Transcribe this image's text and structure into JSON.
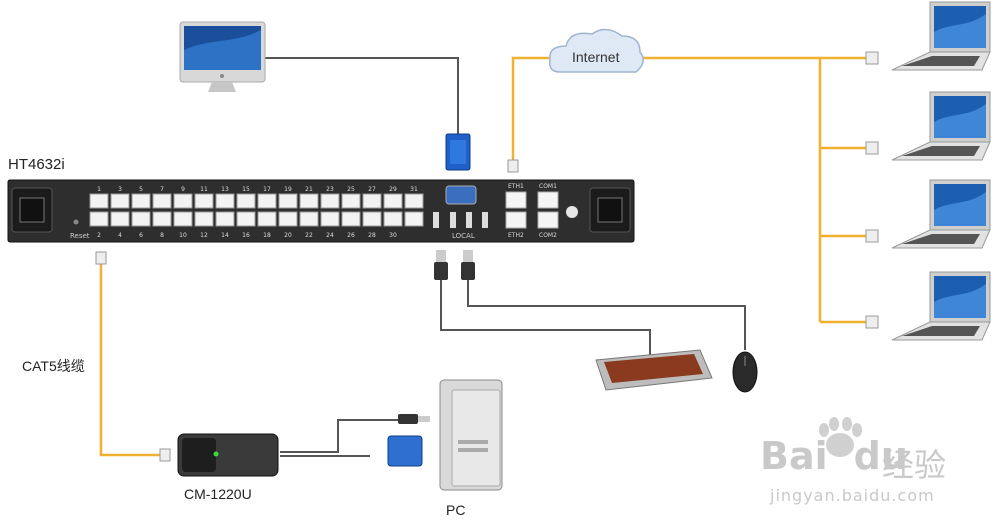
{
  "device": {
    "model": "HT4632i",
    "reset_label": "Reset",
    "local_label": "LOCAL",
    "eth1_label": "ETH1",
    "eth2_label": "ETH2",
    "com1_label": "COM1",
    "com2_label": "COM2",
    "top_ports": [
      "1",
      "3",
      "5",
      "7",
      "9",
      "11",
      "13",
      "15",
      "17",
      "19",
      "21",
      "23",
      "25",
      "27",
      "29",
      "31"
    ],
    "bottom_ports": [
      "2",
      "4",
      "6",
      "8",
      "10",
      "12",
      "14",
      "16",
      "18",
      "20",
      "22",
      "24",
      "26",
      "28",
      "30"
    ]
  },
  "cloud_label": "Internet",
  "cable_label": "CAT5线缆",
  "adapter_label": "CM-1220U",
  "pc_label": "PC",
  "watermark": {
    "brand": "Bai",
    "brand2": "du",
    "cn": "经验",
    "url": "jingyan.baidu.com"
  },
  "colors": {
    "cable_orange": "#f0b030",
    "cable_gray": "#555555",
    "chassis": "#2e2e2e"
  }
}
